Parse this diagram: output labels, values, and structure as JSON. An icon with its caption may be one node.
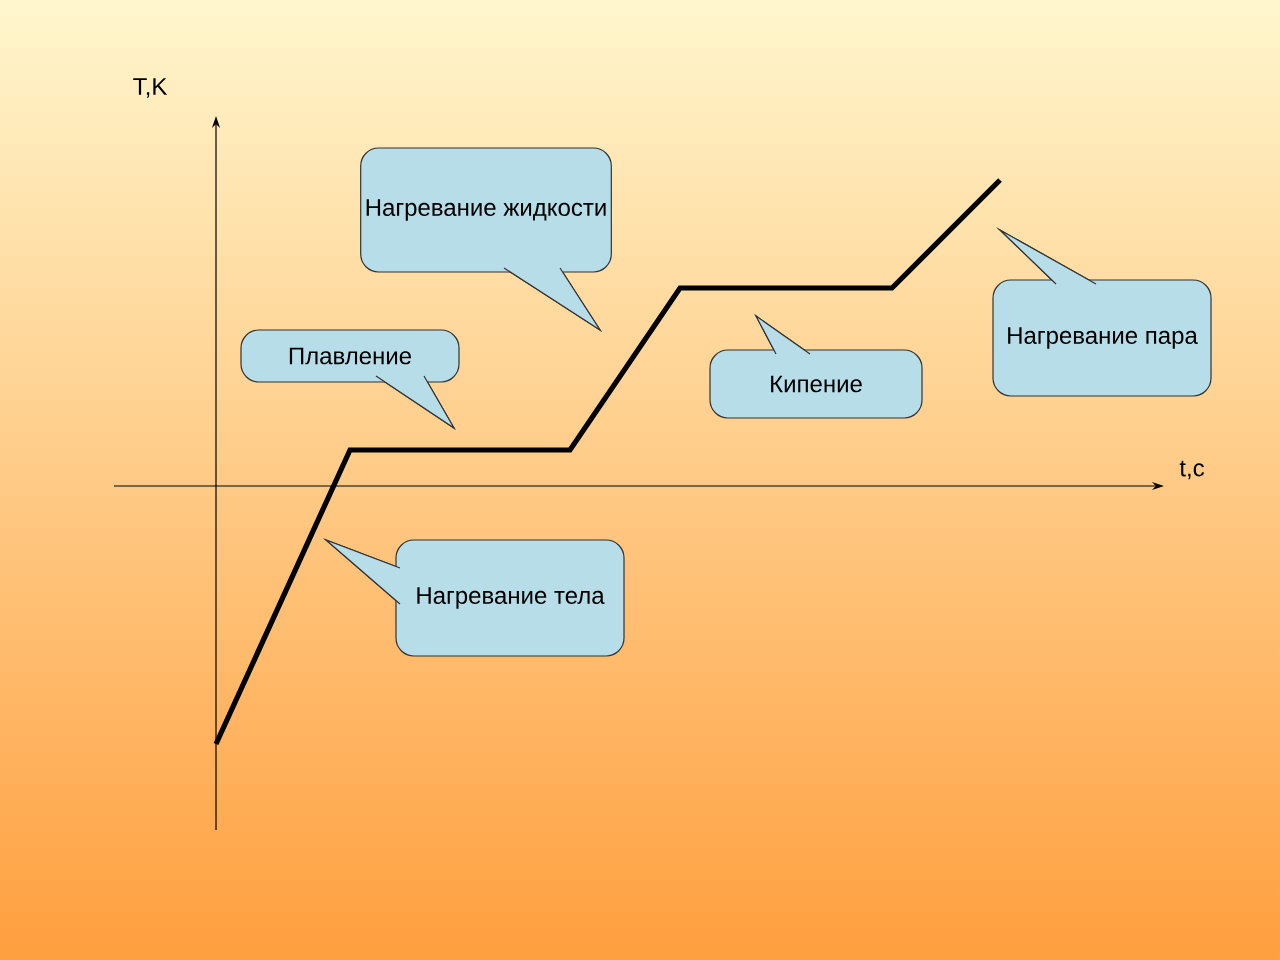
{
  "diagram": {
    "nodes": [
      {
        "text": [
          "Нагревание жидкости"
        ]
      },
      {
        "text": [
          "Плавление"
        ]
      },
      {
        "text": [
          "Кипение"
        ]
      },
      {
        "text": [
          "Нагревание пара"
        ]
      },
      {
        "text": [
          "Нагревание тела"
        ]
      }
    ],
    "labels": [
      "T,K",
      "t,c"
    ]
  }
}
